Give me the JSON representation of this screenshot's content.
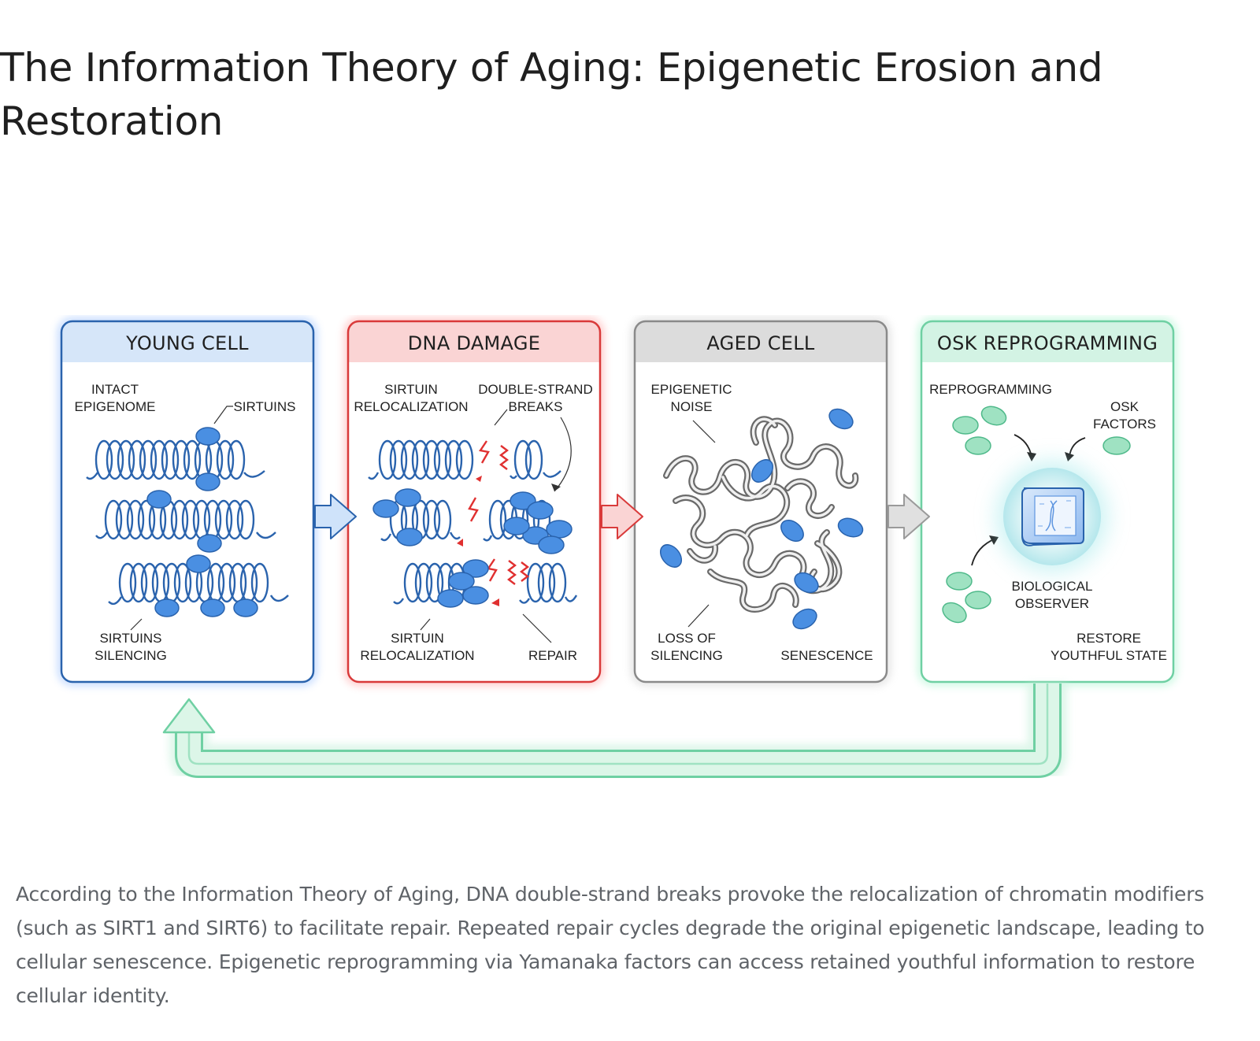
{
  "title": "The Information Theory of Aging: Epigenetic Erosion and Restoration",
  "panels": {
    "young": {
      "header": "YOUNG CELL",
      "labels": {
        "intact_1": "INTACT",
        "intact_2": "EPIGENOME",
        "sirtuins": "SIRTUINS",
        "silencing_1": "SIRTUINS",
        "silencing_2": "SILENCING"
      }
    },
    "damage": {
      "header": "DNA DAMAGE",
      "labels": {
        "reloc_top_1": "SIRTUIN",
        "reloc_top_2": "RELOCALIZATION",
        "dsb_1": "DOUBLE-STRAND",
        "dsb_2": "BREAKS",
        "reloc_bottom_1": "SIRTUIN",
        "reloc_bottom_2": "RELOCALIZATION",
        "repair": "REPAIR"
      }
    },
    "aged": {
      "header": "AGED CELL",
      "labels": {
        "noise_1": "EPIGENETIC",
        "noise_2": "NOISE",
        "loss_1": "LOSS OF",
        "loss_2": "SILENCING",
        "senescence": "SENESCENCE"
      }
    },
    "osk": {
      "header": "OSK REPROGRAMMING",
      "labels": {
        "reprogramming": "REPROGRAMMING",
        "osk_1": "OSK",
        "osk_2": "FACTORS",
        "observer_1": "BIOLOGICAL",
        "observer_2": "OBSERVER",
        "restore_1": "RESTORE",
        "restore_2": "YOUTHFUL STATE"
      }
    }
  },
  "colors": {
    "young": "#2a63ad",
    "young_header": "#d6e6f9",
    "damage": "#d93a3a",
    "damage_header": "#fad4d4",
    "aged": "#8a8a8a",
    "aged_header": "#dcdcdc",
    "osk": "#6fd0a3",
    "osk_header": "#d3f3e4",
    "protein": "#4a8fe2",
    "osk_factor": "#9fe2c2"
  },
  "caption": "According to the Information Theory of Aging, DNA double-strand breaks provoke the relocalization of chromatin modifiers (such as SIRT1 and SIRT6) to facilitate repair. Repeated repair cycles degrade the original epigenetic landscape, leading to cellular senescence. Epigenetic reprogramming via Yamanaka factors can access retained youthful information to restore cellular identity."
}
